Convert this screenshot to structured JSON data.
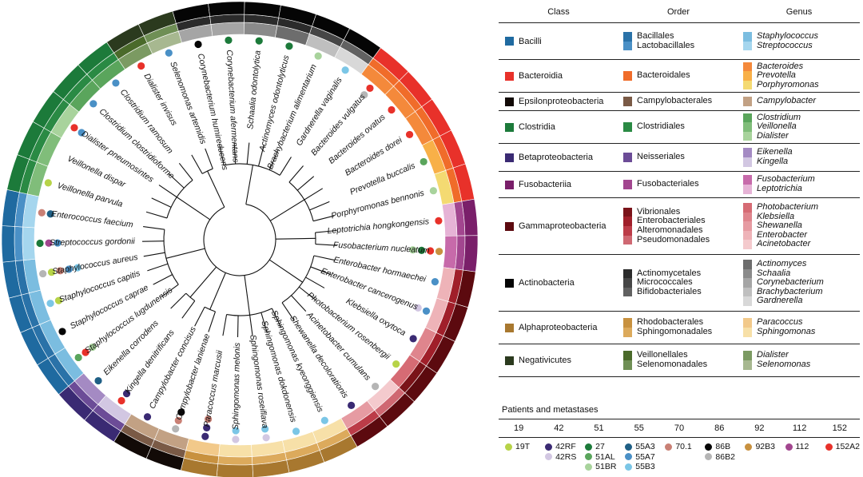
{
  "legend": {
    "headers": {
      "class": "Class",
      "order": "Order",
      "genus": "Genus"
    },
    "rows": [
      {
        "class": "Bacilli",
        "class_color": "#1f6aa0",
        "orders": [
          {
            "name": "Bacillales",
            "color": "#2a72a8"
          },
          {
            "name": "Lactobacillales",
            "color": "#4a90c6"
          }
        ],
        "genera": [
          {
            "name": "Staphylococcus",
            "color": "#7bbde0"
          },
          {
            "name": "Streptococcus",
            "color": "#a5d6ee"
          }
        ]
      },
      {
        "class": "Bacteroidia",
        "class_color": "#e8312a",
        "orders": [
          {
            "name": "Bacteroidales",
            "color": "#f06c2a"
          }
        ],
        "genera": [
          {
            "name": "Bacteroides",
            "color": "#f4893b"
          },
          {
            "name": "Prevotella",
            "color": "#f8b048"
          },
          {
            "name": "Porphyromonas",
            "color": "#f4da72"
          }
        ]
      },
      {
        "class": "Epsilonproteobacteria",
        "class_color": "#120a07",
        "orders": [
          {
            "name": "Campylobacterales",
            "color": "#7a5a46"
          }
        ],
        "genera": [
          {
            "name": "Campylobacter",
            "color": "#c2a184"
          }
        ]
      },
      {
        "class": "Clostridia",
        "class_color": "#1c7a3a",
        "orders": [
          {
            "name": "Clostridiales",
            "color": "#2a8a44"
          }
        ],
        "genera": [
          {
            "name": "Clostridium",
            "color": "#5aa55c"
          },
          {
            "name": "Veillonella",
            "color": "#80bd7a"
          },
          {
            "name": "Dialister",
            "color": "#a8d39c"
          }
        ]
      },
      {
        "class": "Betaproteobacteria",
        "class_color": "#3a2a73",
        "orders": [
          {
            "name": "Neisseriales",
            "color": "#6c4c97"
          }
        ],
        "genera": [
          {
            "name": "Eikenella",
            "color": "#a48ac3"
          },
          {
            "name": "Kingella",
            "color": "#d2c7e2"
          }
        ]
      },
      {
        "class": "Fusobacteriia",
        "class_color": "#7a1f6a",
        "orders": [
          {
            "name": "Fusobacteriales",
            "color": "#a2468f"
          }
        ],
        "genera": [
          {
            "name": "Fusobacterium",
            "color": "#c76aaa"
          },
          {
            "name": "Leptotrichia",
            "color": "#e6b3d6"
          }
        ]
      },
      {
        "class": "Gammaproteobacteria",
        "class_color": "#5c0a0f",
        "orders": [
          {
            "name": "Vibrionales",
            "color": "#7a1319"
          },
          {
            "name": "Enterobacteriales",
            "color": "#a01f2a"
          },
          {
            "name": "Alteromonadales",
            "color": "#bc3c48"
          },
          {
            "name": "Pseudomonadales",
            "color": "#cf6872"
          }
        ],
        "genera": [
          {
            "name": "Photobacterium",
            "color": "#d66b74"
          },
          {
            "name": "Klebsiella",
            "color": "#df858d"
          },
          {
            "name": "Shewanella",
            "color": "#e69ba2"
          },
          {
            "name": "Enterobacter",
            "color": "#eeb3b8"
          },
          {
            "name": "Acinetobacter",
            "color": "#f4cacd"
          }
        ]
      },
      {
        "class": "Actinobacteria",
        "class_color": "#050505",
        "orders": [
          {
            "name": "Actinomycetales",
            "color": "#2b2b2b"
          },
          {
            "name": "Micrococcales",
            "color": "#464646"
          },
          {
            "name": "Bifidobacteriales",
            "color": "#616161"
          }
        ],
        "genera": [
          {
            "name": "Actinomyces",
            "color": "#6d6d6d"
          },
          {
            "name": "Schaalia",
            "color": "#8a8a8a"
          },
          {
            "name": "Corynebacterium",
            "color": "#a5a5a5"
          },
          {
            "name": "Brachybacterium",
            "color": "#bfbfbf"
          },
          {
            "name": "Gardnerella",
            "color": "#d8d8d8"
          }
        ]
      },
      {
        "class": "Alphaproteobacteria",
        "class_color": "#a8782f",
        "orders": [
          {
            "name": "Rhodobacterales",
            "color": "#c8913f"
          },
          {
            "name": "Sphingomonadales",
            "color": "#dcaa5c"
          }
        ],
        "genera": [
          {
            "name": "Paracoccus",
            "color": "#f2c98a"
          },
          {
            "name": "Sphingomonas",
            "color": "#f7e0a8"
          }
        ]
      },
      {
        "class": "Negativicutes",
        "class_color": "#2b3a1e",
        "orders": [
          {
            "name": "Veillonellales",
            "color": "#4a6a2a"
          },
          {
            "name": "Selenomonadales",
            "color": "#6f8f55"
          }
        ],
        "genera": [
          {
            "name": "Dialister",
            "color": "#7b9a62"
          },
          {
            "name": "Selenomonas",
            "color": "#a7b890"
          }
        ]
      }
    ]
  },
  "patients": {
    "title": "Patients and metastases",
    "ids": [
      "19",
      "42",
      "51",
      "55",
      "70",
      "86",
      "92",
      "112",
      "152"
    ],
    "samples": [
      [
        {
          "name": "19T",
          "color": "#b7d348"
        }
      ],
      [
        {
          "name": "42RF",
          "color": "#3a2a73"
        },
        {
          "name": "42RS",
          "color": "#d2c7e2"
        }
      ],
      [
        {
          "name": "27",
          "color": "#1c7a3a"
        },
        {
          "name": "51AL",
          "color": "#5aa55c"
        },
        {
          "name": "51BR",
          "color": "#a8d39c"
        }
      ],
      [
        {
          "name": "55A3",
          "color": "#1f5f85"
        },
        {
          "name": "55A7",
          "color": "#4a90c6"
        },
        {
          "name": "55B3",
          "color": "#7bc6e6"
        }
      ],
      [
        {
          "name": "70.1",
          "color": "#c98075"
        }
      ],
      [
        {
          "name": "86B",
          "color": "#050505"
        },
        {
          "name": "86B2",
          "color": "#b5b5b5"
        }
      ],
      [
        {
          "name": "92B3",
          "color": "#c8913f"
        }
      ],
      [
        {
          "name": "112",
          "color": "#a2468f"
        }
      ],
      [
        {
          "name": "152A2",
          "color": "#e8312a"
        }
      ]
    ]
  },
  "tree": {
    "leaves": [
      {
        "name": "Corynebacterium humireducens",
        "cls": "#050505",
        "ord": "#2b2b2b",
        "gen": "#a5a5a5",
        "dots": [
          "#050505"
        ]
      },
      {
        "name": "Corynebacterium afermentans",
        "cls": "#050505",
        "ord": "#2b2b2b",
        "gen": "#a5a5a5",
        "dots": [
          "#1c7a3a"
        ]
      },
      {
        "name": "Schaalia odontolytica",
        "cls": "#050505",
        "ord": "#2b2b2b",
        "gen": "#8a8a8a",
        "dots": [
          "#1c7a3a"
        ]
      },
      {
        "name": "Actinomyces odontolyticus",
        "cls": "#050505",
        "ord": "#2b2b2b",
        "gen": "#6d6d6d",
        "dots": [
          "#1c7a3a"
        ]
      },
      {
        "name": "Brachybacterium alimentarium",
        "cls": "#050505",
        "ord": "#464646",
        "gen": "#bfbfbf",
        "dots": [
          "#a8d39c"
        ]
      },
      {
        "name": "Gardnerella vaginalis",
        "cls": "#050505",
        "ord": "#616161",
        "gen": "#d8d8d8",
        "dots": [
          "#7bc6e6"
        ]
      },
      {
        "name": "Bacteroides vulgatus",
        "cls": "#e8312a",
        "ord": "#f06c2a",
        "gen": "#f4893b",
        "dots": [
          "#e8312a",
          "#b5b5b5"
        ]
      },
      {
        "name": "Bacteroides ovatus",
        "cls": "#e8312a",
        "ord": "#f06c2a",
        "gen": "#f4893b",
        "dots": [
          "#e8312a"
        ]
      },
      {
        "name": "Bacteroides dorei",
        "cls": "#e8312a",
        "ord": "#f06c2a",
        "gen": "#f4893b",
        "dots": [
          "#e8312a"
        ]
      },
      {
        "name": "Prevotella buccalis",
        "cls": "#e8312a",
        "ord": "#f06c2a",
        "gen": "#f8b048",
        "dots": [
          "#5aa55c"
        ]
      },
      {
        "name": "Porphyromonas bennonis",
        "cls": "#e8312a",
        "ord": "#f06c2a",
        "gen": "#f4da72",
        "dots": [
          "#a8d39c"
        ]
      },
      {
        "name": "Leptotrichia hongkongensis",
        "cls": "#7a1f6a",
        "ord": "#a2468f",
        "gen": "#e6b3d6",
        "dots": [
          "#e8312a"
        ]
      },
      {
        "name": "Fusobacterium nucleatum",
        "cls": "#7a1f6a",
        "ord": "#a2468f",
        "gen": "#c76aaa",
        "dots": [
          "#c8913f",
          "#e8312a",
          "#1c7a3a",
          "#a8d39c"
        ]
      },
      {
        "name": "Enterobacter hormaechei",
        "cls": "#5c0a0f",
        "ord": "#a01f2a",
        "gen": "#eeb3b8",
        "dots": [
          "#4a90c6"
        ]
      },
      {
        "name": "Enterobacter cancerogenus",
        "cls": "#5c0a0f",
        "ord": "#a01f2a",
        "gen": "#eeb3b8",
        "dots": [
          "#4a90c6",
          "#d2c7e2"
        ]
      },
      {
        "name": "Klebsiella oxytoca",
        "cls": "#5c0a0f",
        "ord": "#a01f2a",
        "gen": "#df858d",
        "dots": [
          "#3a2a73"
        ]
      },
      {
        "name": "Photobacterium rosenbergii",
        "cls": "#5c0a0f",
        "ord": "#7a1319",
        "gen": "#d66b74",
        "dots": [
          "#b7d348"
        ]
      },
      {
        "name": "Acinetobacter cumulans",
        "cls": "#5c0a0f",
        "ord": "#cf6872",
        "gen": "#f4cacd",
        "dots": [
          "#b5b5b5"
        ]
      },
      {
        "name": "Shewanella decolorationis",
        "cls": "#5c0a0f",
        "ord": "#bc3c48",
        "gen": "#e69ba2",
        "dots": [
          "#3a2a73"
        ]
      },
      {
        "name": "Sphingomonas kyeonggiensis",
        "cls": "#a8782f",
        "ord": "#dcaa5c",
        "gen": "#f7e0a8",
        "dots": [
          "#7bc6e6"
        ]
      },
      {
        "name": "Sphingomonas dokdonensis",
        "cls": "#a8782f",
        "ord": "#dcaa5c",
        "gen": "#f7e0a8",
        "dots": [
          "#7bc6e6"
        ]
      },
      {
        "name": "Sphingomonas roseiflava",
        "cls": "#a8782f",
        "ord": "#dcaa5c",
        "gen": "#f7e0a8",
        "dots": [
          "#d2c7e2",
          "#7bc6e6"
        ]
      },
      {
        "name": "Sphingomonas melonis",
        "cls": "#a8782f",
        "ord": "#dcaa5c",
        "gen": "#f7e0a8",
        "dots": [
          "#d2c7e2",
          "#7bc6e6"
        ]
      },
      {
        "name": "Paracoccus marcusii",
        "cls": "#a8782f",
        "ord": "#c8913f",
        "gen": "#f2c98a",
        "dots": [
          "#3a2a73",
          "#3a2a73",
          "#c98075"
        ]
      },
      {
        "name": "Campylobacter lanienae",
        "cls": "#120a07",
        "ord": "#7a5a46",
        "gen": "#c2a184",
        "dots": [
          "#b5b5b5",
          "#c98075",
          "#050505"
        ]
      },
      {
        "name": "Campylobacter concisus",
        "cls": "#120a07",
        "ord": "#7a5a46",
        "gen": "#c2a184",
        "dots": [
          "#3a2a73"
        ]
      },
      {
        "name": "Kingella denitrificans",
        "cls": "#3a2a73",
        "ord": "#6c4c97",
        "gen": "#d2c7e2",
        "dots": [
          "#e8312a",
          "#3a2a73"
        ]
      },
      {
        "name": "Eikenella corrodens",
        "cls": "#3a2a73",
        "ord": "#6c4c97",
        "gen": "#a48ac3",
        "dots": [
          "#1f5f85"
        ]
      },
      {
        "name": "Staphylococcus lugdunensis",
        "cls": "#1f6aa0",
        "ord": "#2a72a8",
        "gen": "#7bbde0",
        "dots": [
          "#5aa55c",
          "#e8312a",
          "#a8d39c"
        ]
      },
      {
        "name": "Staphylococcus caprae",
        "cls": "#1f6aa0",
        "ord": "#2a72a8",
        "gen": "#7bbde0",
        "dots": [
          "#050505"
        ]
      },
      {
        "name": "Staphylococcus capitis",
        "cls": "#1f6aa0",
        "ord": "#2a72a8",
        "gen": "#7bbde0",
        "dots": [
          "#7bc6e6",
          "#b7d348"
        ]
      },
      {
        "name": "Staphylococcus aureus",
        "cls": "#1f6aa0",
        "ord": "#2a72a8",
        "gen": "#7bbde0",
        "dots": [
          "#b5b5b5",
          "#b7d348",
          "#c98075",
          "#4a90c6",
          "#7bc6e6"
        ]
      },
      {
        "name": "Streptococcus gordonii",
        "cls": "#1f6aa0",
        "ord": "#4a90c6",
        "gen": "#a5d6ee",
        "dots": [
          "#1c7a3a",
          "#a2468f",
          "#4a90c6"
        ]
      },
      {
        "name": "Enterococcus faecium",
        "cls": "#1f6aa0",
        "ord": "#4a90c6",
        "gen": "#a5d6ee",
        "dots": [
          "#c98075",
          "#1f5f85"
        ]
      },
      {
        "name": "Veillonella parvula",
        "cls": "#1c7a3a",
        "ord": "#2a8a44",
        "gen": "#80bd7a",
        "dots": [
          "#b7d348"
        ]
      },
      {
        "name": "Veillonella dispar",
        "cls": "#1c7a3a",
        "ord": "#2a8a44",
        "gen": "#80bd7a",
        "dots": []
      },
      {
        "name": "Dialister pneumosintes",
        "cls": "#1c7a3a",
        "ord": "#2a8a44",
        "gen": "#a8d39c",
        "dots": [
          "#e8312a",
          "#4a90c6"
        ]
      },
      {
        "name": "Clostridium clostridioforme",
        "cls": "#1c7a3a",
        "ord": "#2a8a44",
        "gen": "#5aa55c",
        "dots": [
          "#4a90c6"
        ]
      },
      {
        "name": "Clostridium ramosum",
        "cls": "#1c7a3a",
        "ord": "#2a8a44",
        "gen": "#5aa55c",
        "dots": [
          "#4a90c6"
        ]
      },
      {
        "name": "Dialister invisus",
        "cls": "#2b3a1e",
        "ord": "#4a6a2a",
        "gen": "#7b9a62",
        "dots": [
          "#e8312a"
        ]
      },
      {
        "name": "Selenomonas artemidis",
        "cls": "#2b3a1e",
        "ord": "#6f8f55",
        "gen": "#a7b890",
        "dots": [
          "#4a90c6"
        ]
      }
    ]
  }
}
